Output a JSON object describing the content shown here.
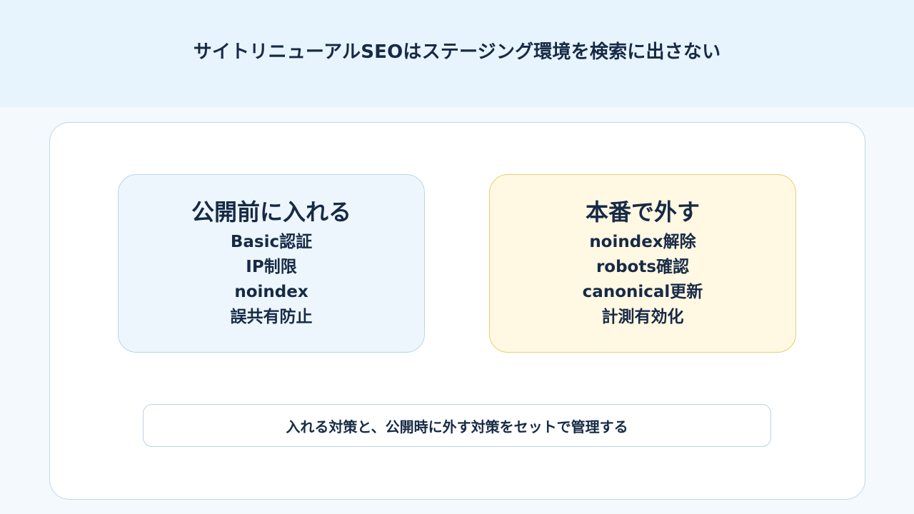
{
  "header": {
    "title": "サイトリニューアルSEOはステージング環境を検索に出さない"
  },
  "left_panel": {
    "title": "公開前に入れる",
    "items": [
      "Basic認証",
      "IP制限",
      "noindex",
      "誤共有防止"
    ]
  },
  "right_panel": {
    "title": "本番で外す",
    "items": [
      "noindex解除",
      "robots確認",
      "canonical更新",
      "計測有効化"
    ]
  },
  "footer": {
    "note": "入れる対策と、公開時に外す対策をセットで管理する"
  },
  "colors": {
    "header_bg": "#e8f4fd",
    "left_panel_bg": "#edf6fd",
    "left_panel_border": "#b8d6e8",
    "right_panel_bg": "#fff8e3",
    "right_panel_border": "#e8cf72",
    "text": "#172a45"
  }
}
